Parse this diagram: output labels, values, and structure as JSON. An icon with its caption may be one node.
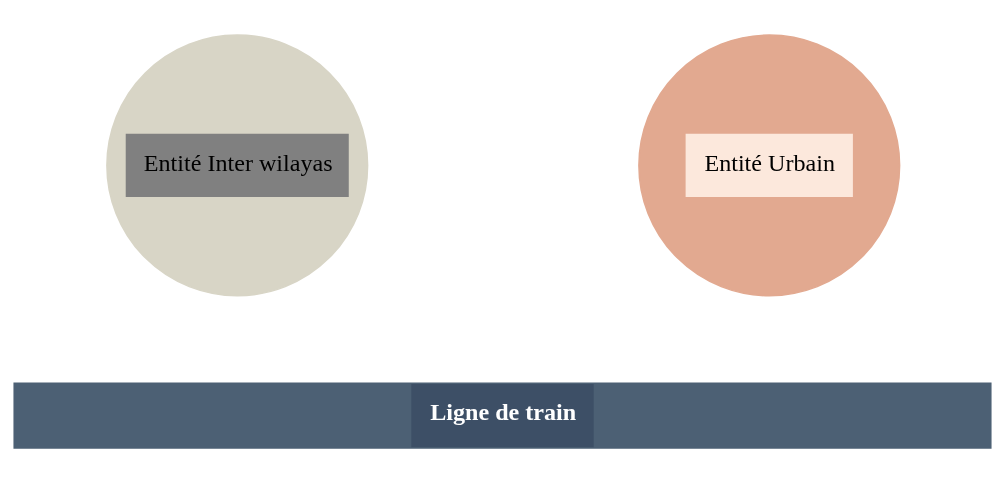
{
  "diagram": {
    "nodes": [
      {
        "text": [
          "Entité Inter wilayas"
        ]
      },
      {
        "text": [
          "Entité Urbain"
        ]
      },
      {
        "text": [
          "Ligne de train"
        ]
      }
    ]
  }
}
